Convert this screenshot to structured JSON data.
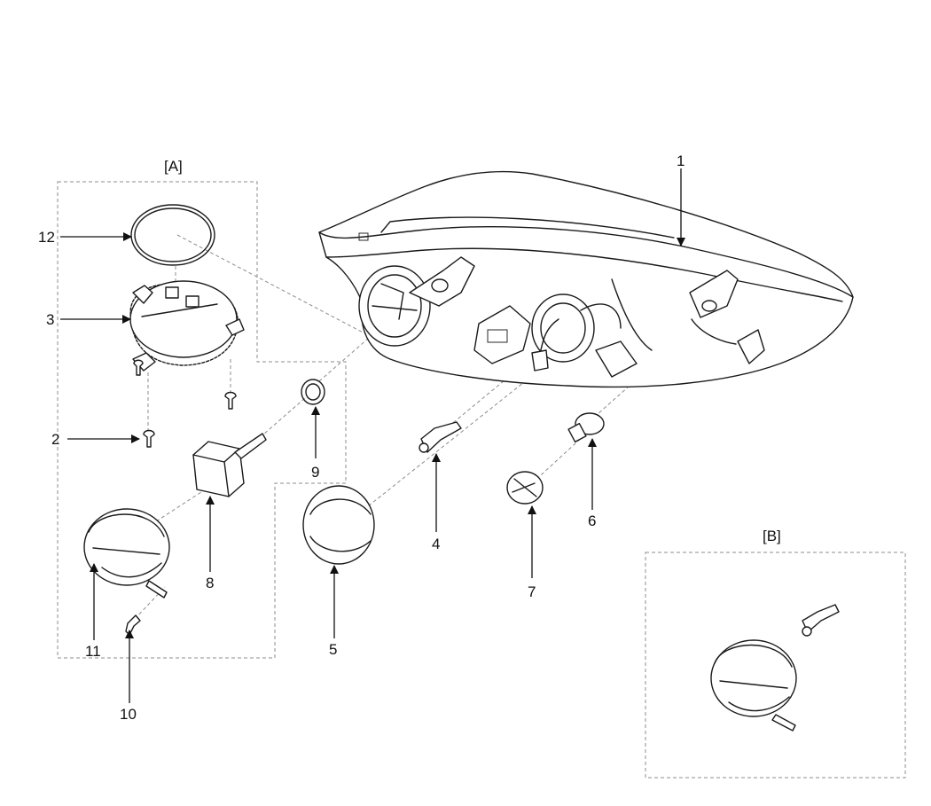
{
  "diagram": {
    "callouts": {
      "c1": "1",
      "c2": "2",
      "c3": "3",
      "c4": "4",
      "c5": "5",
      "c6": "6",
      "c7": "7",
      "c8": "8",
      "c9": "9",
      "c10": "10",
      "c11": "11",
      "c12": "12"
    },
    "detail_labels": {
      "a": "[A]",
      "b": "[B]"
    },
    "colors": {
      "line": "#1a1a1a",
      "dashed_box": "#8c8c8c",
      "background": "#ffffff"
    }
  }
}
